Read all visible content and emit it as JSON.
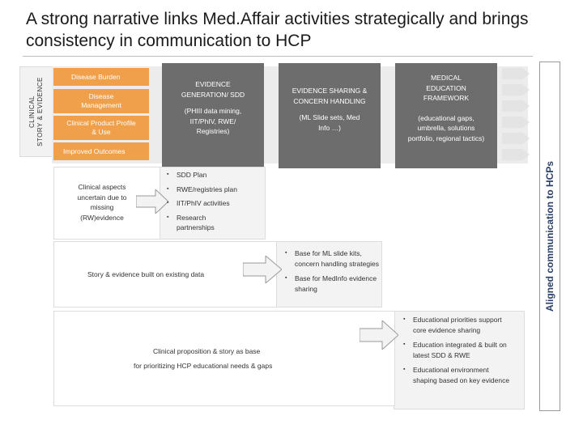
{
  "title": "A strong narrative links Med.Affair activities strategically and brings consistency in communication to HCP",
  "left_label": [
    "CLINICAL",
    "STORY & EVIDENCE"
  ],
  "right_label": "Aligned communication to HCPs",
  "disease_items": [
    "Disease Burden",
    "Disease Management",
    "Clinical Product Profile & Use",
    "Improved Outcomes"
  ],
  "columns": [
    {
      "heading": "EVIDENCE GENERATION/ SDD",
      "detail": "(PHIII data mining, IIT/PhIV, RWE/ Registries)"
    },
    {
      "heading": "EVIDENCE SHARING & CONCERN HANDLING",
      "detail": "(ML Slide sets, Med Info …)"
    },
    {
      "heading": "MEDICAL EDUCATION FRAMEWORK",
      "detail": "(educational gaps, umbrella, solutions portfolio, regional tactics)"
    }
  ],
  "clinical_aspects": "Clinical aspects uncertain due to missing (RW)evidence",
  "evidence_bullets": [
    "SDD Plan",
    "RWE/registries plan",
    "IIT/PhIV activities",
    "Research partnerships"
  ],
  "story_text": "Story & evidence built on existing data",
  "sharing_bullets": [
    "Base for ML slide kits, concern handling strategies",
    "Base for MedInfo evidence sharing"
  ],
  "proposition_lines": [
    "Clinical proposition & story as base",
    "for prioritizing HCP educational needs & gaps"
  ],
  "education_bullets": [
    "Educational priorities support core evidence sharing",
    "Education integrated & built on latest SDD & RWE",
    "Educational environment shaping based on key evidence"
  ]
}
